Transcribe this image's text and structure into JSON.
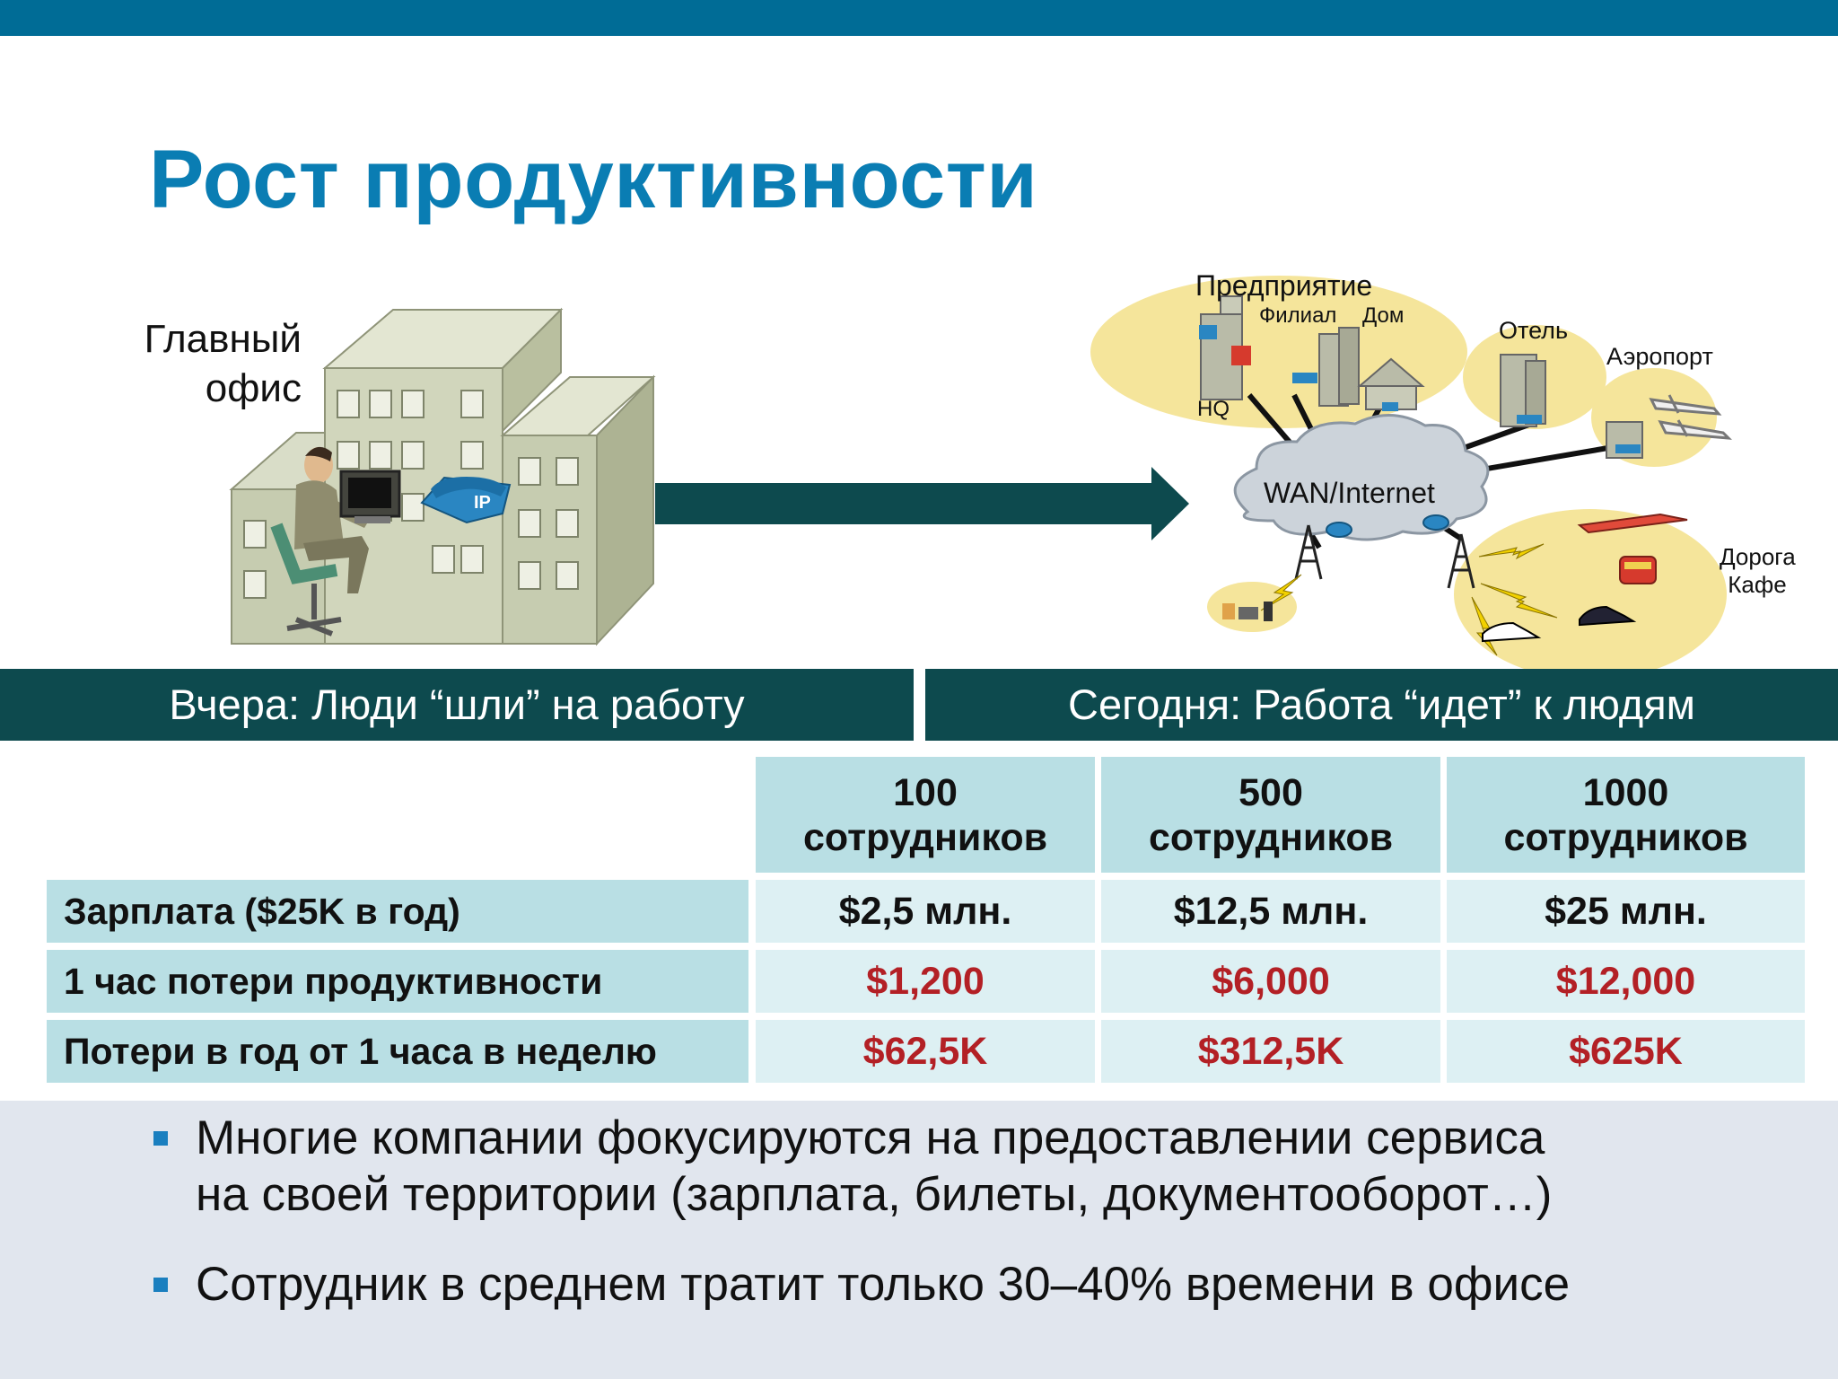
{
  "title": "Рост продуктивности",
  "main_office": {
    "line1": "Главный",
    "line2": "офис"
  },
  "phone_label": "IP",
  "network": {
    "enterprise": "Предприятие",
    "branch": "Филиал",
    "home": "Дом",
    "hq": "HQ",
    "hotel": "Отель",
    "airport": "Аэропорт",
    "wan": "WAN/Internet",
    "road": "Дорога",
    "cafe": "Кафе"
  },
  "bands": {
    "left": "Вчера: Люди “шли” на работу",
    "right": "Сегодня: Работа “идет” к людям"
  },
  "table": {
    "columns": [
      {
        "line1": "100",
        "line2": "сотрудников"
      },
      {
        "line1": "500",
        "line2": "сотрудников"
      },
      {
        "line1": "1000",
        "line2": "сотрудников"
      }
    ],
    "rows": [
      {
        "label": "Зарплата ($25K в год)",
        "values": [
          "$2,5 млн.",
          "$12,5 млн.",
          "$25 млн."
        ],
        "style": "dark"
      },
      {
        "label": "1 час потери продуктивности",
        "values": [
          "$1,200",
          "$6,000",
          "$12,000"
        ],
        "style": "red"
      },
      {
        "label": "Потери в год от 1 часа в неделю",
        "values": [
          "$62,5K",
          "$312,5K",
          "$625K"
        ],
        "style": "red"
      }
    ]
  },
  "bullets": [
    {
      "line1": "Многие компании фокусируются на предоставлении сервиса",
      "line2": "на своей территории (зарплата, билеты, документооборот…)"
    },
    {
      "line1": "Сотрудник в среднем тратит только 30–40% времени в офисе",
      "line2": ""
    }
  ],
  "colors": {
    "top_bar": "#006c96",
    "title": "#0a7db3",
    "band": "#0d4a4e",
    "header_cell": "#b9dfe4",
    "value_cell": "#ddf0f3",
    "loss_value": "#b32025",
    "bullet_area": "#e1e6ee",
    "bullet_marker": "#1a7fbf"
  }
}
